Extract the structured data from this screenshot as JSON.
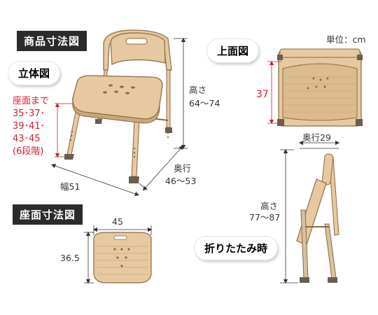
{
  "titles": {
    "product_dimensions": "商品寸法図",
    "isometric_view": "立体図",
    "top_view": "上面図",
    "seat_dimensions": "座面寸法図",
    "folded": "折りたたみ時"
  },
  "unit": "単位：cm",
  "isometric": {
    "seat_height_label_lines": [
      "座面まで",
      "35･37･",
      "39･41･",
      "43･45",
      "(6段階)"
    ],
    "height_label": "高さ",
    "height_value": "64～74",
    "width_label": "幅51",
    "depth_label": "奥行",
    "depth_value": "46～53"
  },
  "top": {
    "dimension": "37"
  },
  "seat": {
    "width": "45",
    "depth": "36.5"
  },
  "folded": {
    "depth_label": "奥行29",
    "height_label": "高さ",
    "height_value": "77～87"
  },
  "colors": {
    "chair_fill": "#e6c9a0",
    "chair_stroke": "#8a6a45",
    "leg_fill": "#d7c2a0",
    "foot": "#6b5d4f",
    "red": "#d01e2a",
    "dark": "#2b2b2b"
  }
}
